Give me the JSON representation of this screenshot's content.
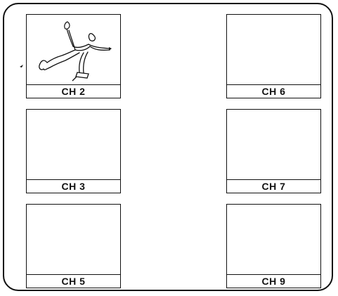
{
  "panels": [
    {
      "label": "CH 2",
      "has_image": true
    },
    {
      "label": "CH 3",
      "has_image": false
    },
    {
      "label": "CH 5",
      "has_image": false
    },
    {
      "label": "CH 6",
      "has_image": false
    },
    {
      "label": "CH 7",
      "has_image": false
    },
    {
      "label": "CH 9",
      "has_image": false
    }
  ]
}
